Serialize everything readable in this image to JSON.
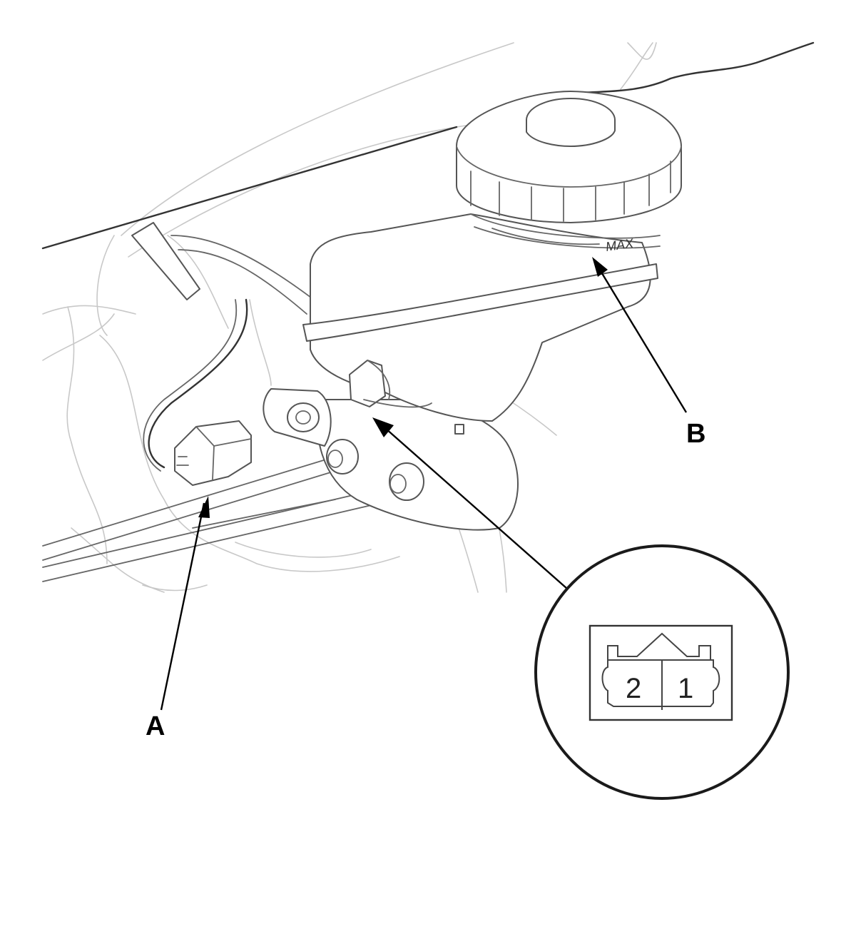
{
  "labels": {
    "a": "A",
    "b": "B",
    "max_mark": "MAX"
  },
  "connector_inset": {
    "pin_left": "2",
    "pin_right": "1"
  }
}
